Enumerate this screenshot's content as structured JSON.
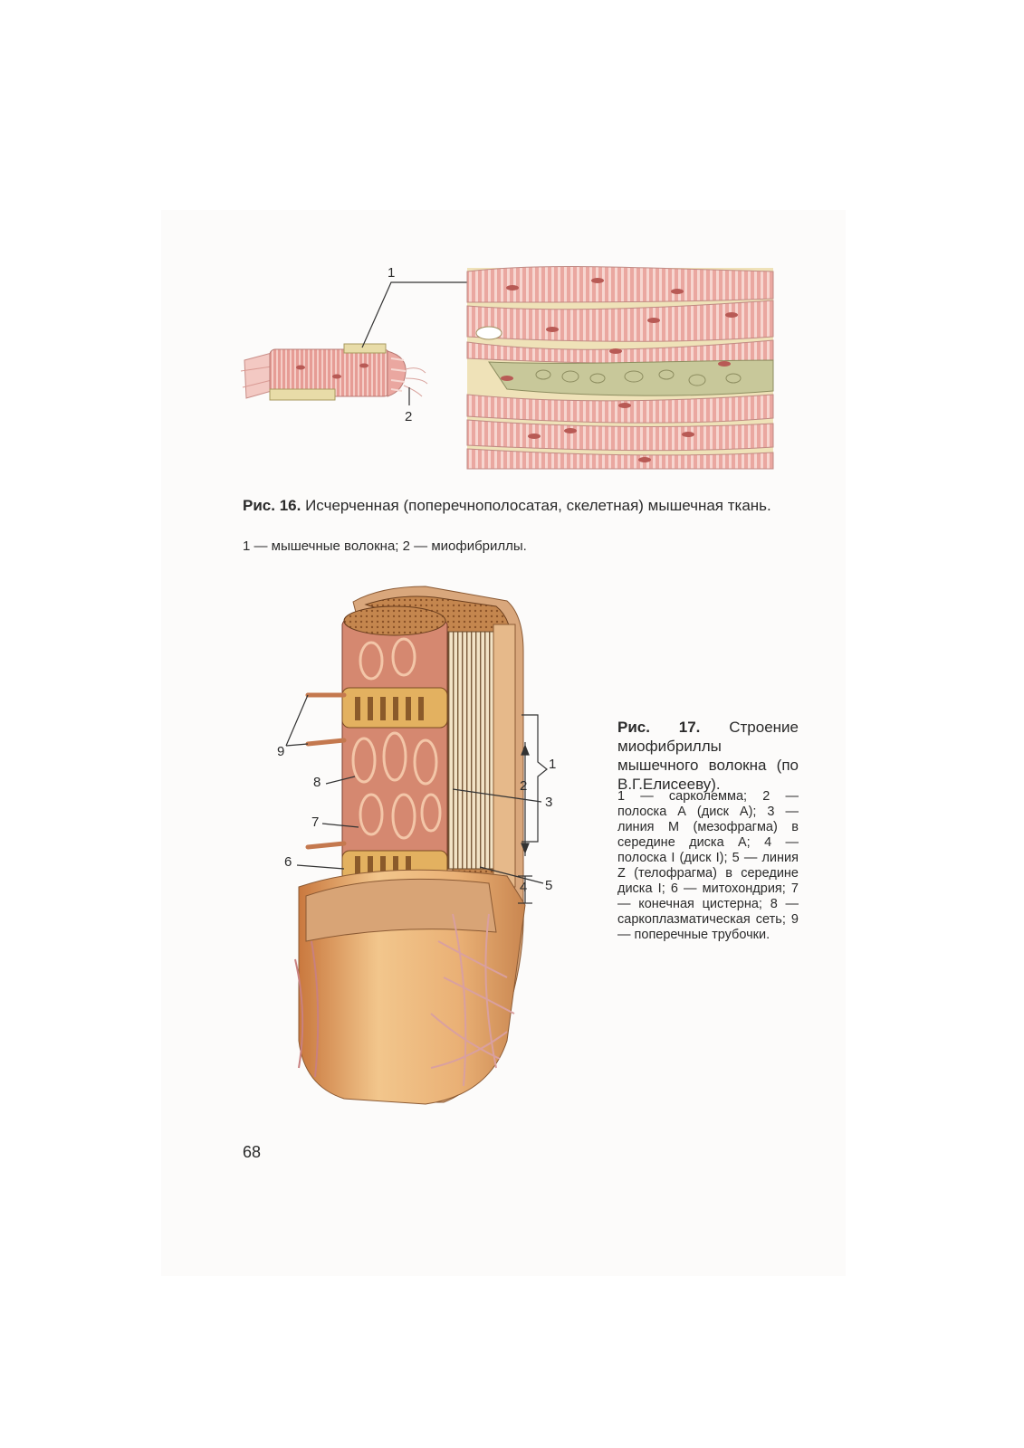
{
  "figure16": {
    "caption_prefix": "Рис. 16.",
    "caption_text": "Исчерченная (поперечнополосатая, скелетная) мышечная ткань.",
    "legend": "1 — мышечные волокна; 2 — миофибриллы.",
    "labels": [
      "1",
      "2"
    ]
  },
  "figure17": {
    "caption_prefix": "Рис. 17.",
    "caption_text": "Строение миофибриллы мышечного волокна (по В.Г.Елисееву).",
    "legend": "1 — сарколемма; 2 — полоска А (диск А); 3 — линия М (мезофрагма) в середине диска А; 4 — полоска I (диск I); 5 — линия Z (телофрагма) в середине диска I; 6 — митохондрия; 7 — конечная цистерна; 8 — саркоплазматическая сеть; 9 — поперечные трубочки.",
    "labels": [
      "1",
      "2",
      "3",
      "4",
      "5",
      "6",
      "7",
      "8",
      "9"
    ]
  },
  "page_number": "68",
  "colors": {
    "muscle_pink": "#e9a9a3",
    "stripe_light": "#f6d5cf",
    "connective_green": "#b8b98a",
    "fiber_orange": "#e8a86a",
    "sheath_brown": "#c97f4a"
  }
}
